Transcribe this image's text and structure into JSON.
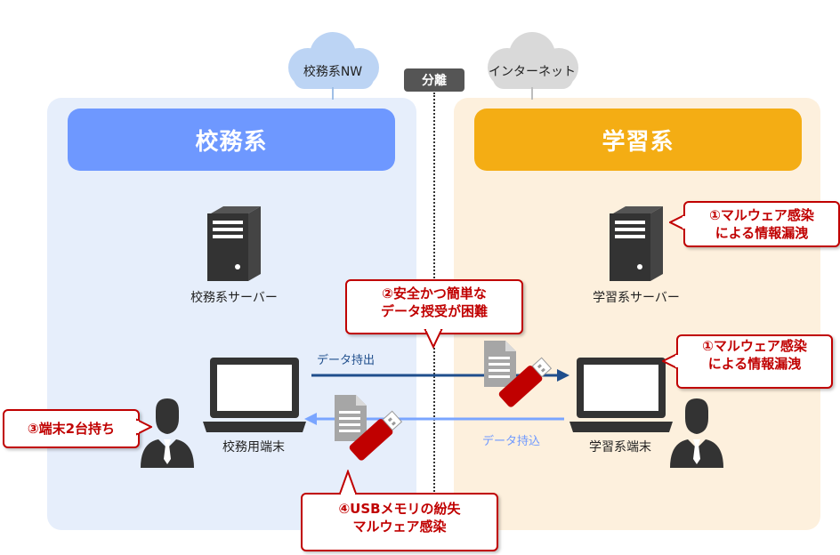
{
  "clouds": {
    "left": "校務系NW",
    "right": "インターネット"
  },
  "separator": "分離",
  "left_zone": {
    "title": "校務系",
    "server": "校務系サーバー",
    "terminal": "校務用端末"
  },
  "right_zone": {
    "title": "学習系",
    "server": "学習系サーバー",
    "terminal": "学習系端末"
  },
  "flows": {
    "export": "データ持出",
    "import": "データ持込"
  },
  "callouts": {
    "server_risk": [
      "①マルウェア感染",
      "による情報漏洩"
    ],
    "terminal_risk": [
      "①マルウェア感染",
      "による情報漏洩"
    ],
    "transfer": [
      "②安全かつ簡単な",
      "データ授受が困難"
    ],
    "two_devices": "③端末2台持ち",
    "usb": [
      "④USBメモリの紛失",
      "マルウェア感染"
    ]
  },
  "colors": {
    "left_bg": "#e6eefb",
    "left_header": "#6e98ff",
    "right_bg": "#fdf0dd",
    "right_header": "#f4ad14",
    "export_arrow": "#1f4e8c",
    "import_arrow": "#7aa5ff",
    "callout": "#c00000",
    "usb": "#c00000"
  }
}
